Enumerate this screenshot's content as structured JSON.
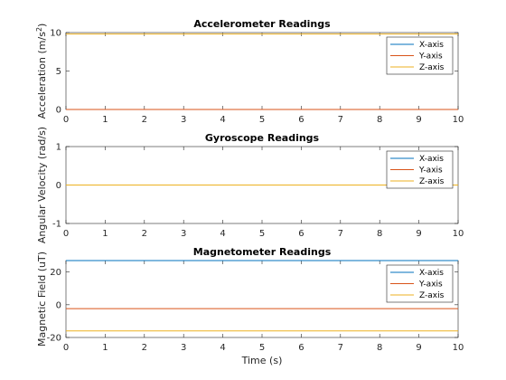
{
  "colors": {
    "series": [
      "#0072BD",
      "#D95319",
      "#EDB120"
    ],
    "axis": "#262626"
  },
  "chart_data": [
    {
      "type": "line",
      "title": "Accelerometer Readings",
      "ylabel_html": "Acceleration (m/s<tspan baseline-shift=\"super\" font-size=\"8\">2</tspan>)",
      "ylabel": "Acceleration (m/s2)",
      "xlabel": "",
      "xlim": [
        0,
        10
      ],
      "ylim": [
        0,
        10
      ],
      "xticks": [
        0,
        1,
        2,
        3,
        4,
        5,
        6,
        7,
        8,
        9,
        10
      ],
      "yticks": [
        0,
        5,
        10
      ],
      "legend": "top-right",
      "series": [
        {
          "name": "X-axis",
          "x": [
            0,
            10
          ],
          "y": [
            0,
            0
          ]
        },
        {
          "name": "Y-axis",
          "x": [
            0,
            10
          ],
          "y": [
            0,
            0
          ]
        },
        {
          "name": "Z-axis",
          "x": [
            0,
            10
          ],
          "y": [
            9.81,
            9.81
          ]
        }
      ]
    },
    {
      "type": "line",
      "title": "Gyroscope Readings",
      "ylabel": "Angular Velocity (rad/s)",
      "xlabel": "",
      "xlim": [
        0,
        10
      ],
      "ylim": [
        -1,
        1
      ],
      "xticks": [
        0,
        1,
        2,
        3,
        4,
        5,
        6,
        7,
        8,
        9,
        10
      ],
      "yticks": [
        -1,
        0,
        1
      ],
      "legend": "top-right",
      "series": [
        {
          "name": "X-axis",
          "x": [
            0,
            10
          ],
          "y": [
            0,
            0
          ]
        },
        {
          "name": "Y-axis",
          "x": [
            0,
            10
          ],
          "y": [
            0,
            0
          ]
        },
        {
          "name": "Z-axis",
          "x": [
            0,
            10
          ],
          "y": [
            0,
            0
          ]
        }
      ]
    },
    {
      "type": "line",
      "title": "Magnetometer Readings",
      "ylabel": "Magnetic Field (uT)",
      "xlabel": "Time (s)",
      "xlim": [
        0,
        10
      ],
      "ylim": [
        -20,
        27
      ],
      "xticks": [
        0,
        1,
        2,
        3,
        4,
        5,
        6,
        7,
        8,
        9,
        10
      ],
      "yticks": [
        -20,
        0,
        20
      ],
      "legend": "top-right",
      "series": [
        {
          "name": "X-axis",
          "x": [
            0,
            10
          ],
          "y": [
            27,
            27
          ]
        },
        {
          "name": "Y-axis",
          "x": [
            0,
            10
          ],
          "y": [
            -2.4,
            -2.4
          ]
        },
        {
          "name": "Z-axis",
          "x": [
            0,
            10
          ],
          "y": [
            -16,
            -16
          ]
        }
      ]
    }
  ]
}
